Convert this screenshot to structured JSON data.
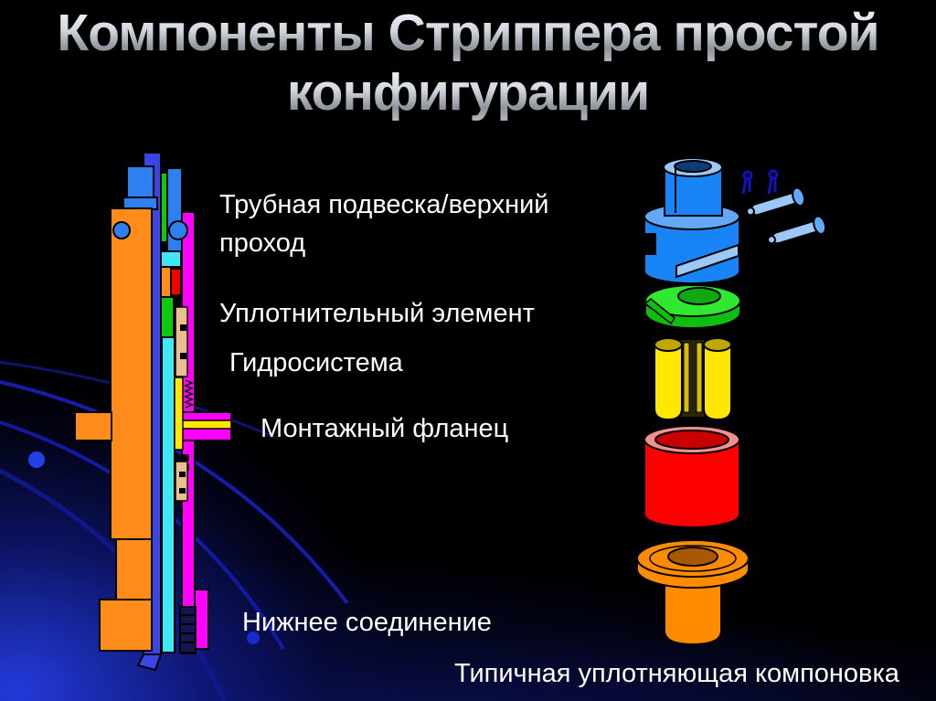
{
  "slide": {
    "title_lines": [
      "Компоненты Стриппера простой",
      "конфигурации"
    ],
    "labels": {
      "tubing_hanger": "Трубная подвеска/верхний проход",
      "seal_element": "Уплотнительный элемент",
      "hydraulic_system": "Гидросистема",
      "mounting_flange": "Монтажный фланец",
      "bottom_connection": "Нижнее соединение"
    },
    "caption": "Типичная уплотняющая компоновка"
  },
  "colors": {
    "background": "#000000",
    "glow_blue": "#2430C8",
    "title_silver": "#C9CED6",
    "label_white": "#FFFFFF",
    "diagram_orange": "#FF8C1A",
    "diagram_magenta": "#FF00FF",
    "diagram_royal_blue": "#3B45E5",
    "diagram_bright_blue": "#2E80F0",
    "diagram_component_blue": "#1884F5",
    "diagram_green": "#2FE82F",
    "diagram_yellow": "#FFE800",
    "diagram_red": "#FF0000",
    "diagram_cyan": "#40E8F5",
    "diagram_tan": "#EBBE90"
  }
}
